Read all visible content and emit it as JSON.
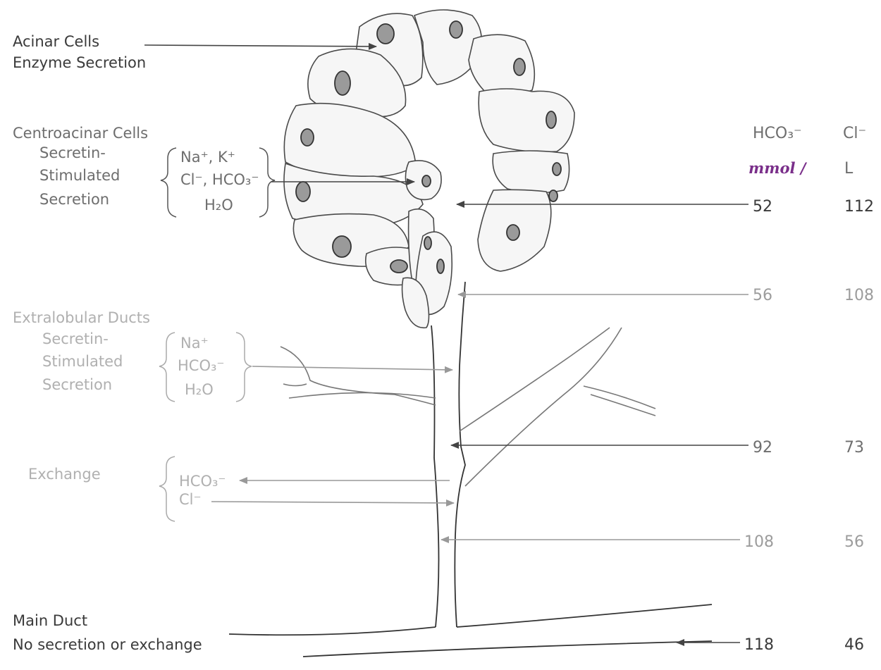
{
  "labels": {
    "acinar_title": "Acinar Cells",
    "acinar_sub": "Enzyme Secretion",
    "centro_title": "Centroacinar Cells",
    "centro_line1": "Secretin-",
    "centro_line2": "Stimulated",
    "centro_line3": "Secretion",
    "centro_ions1": "Na⁺, K⁺",
    "centro_ions2": "Cl⁻, HCO₃⁻",
    "centro_ions3": "H₂O",
    "extra_title": "Extralobular Ducts",
    "extra_line1": "Secretin-",
    "extra_line2": "Stimulated",
    "extra_line3": "Secretion",
    "extra_ions1": "Na⁺",
    "extra_ions2": "HCO₃⁻",
    "extra_ions3": "H₂O",
    "exchange_title": "Exchange",
    "exchange_ion1": "HCO₃⁻",
    "exchange_ion2": "Cl⁻",
    "main_title": "Main Duct",
    "main_sub": "No secretion or exchange"
  },
  "table": {
    "col1_header": "HCO₃⁻",
    "col2_header": "Cl⁻",
    "unit_left": "mmol /",
    "unit_right": "L",
    "rows": [
      {
        "hco3": "52",
        "cl": "112"
      },
      {
        "hco3": "56",
        "cl": "108"
      },
      {
        "hco3": "92",
        "cl": "73"
      },
      {
        "hco3": "108",
        "cl": "56"
      },
      {
        "hco3": "118",
        "cl": "46"
      }
    ]
  }
}
